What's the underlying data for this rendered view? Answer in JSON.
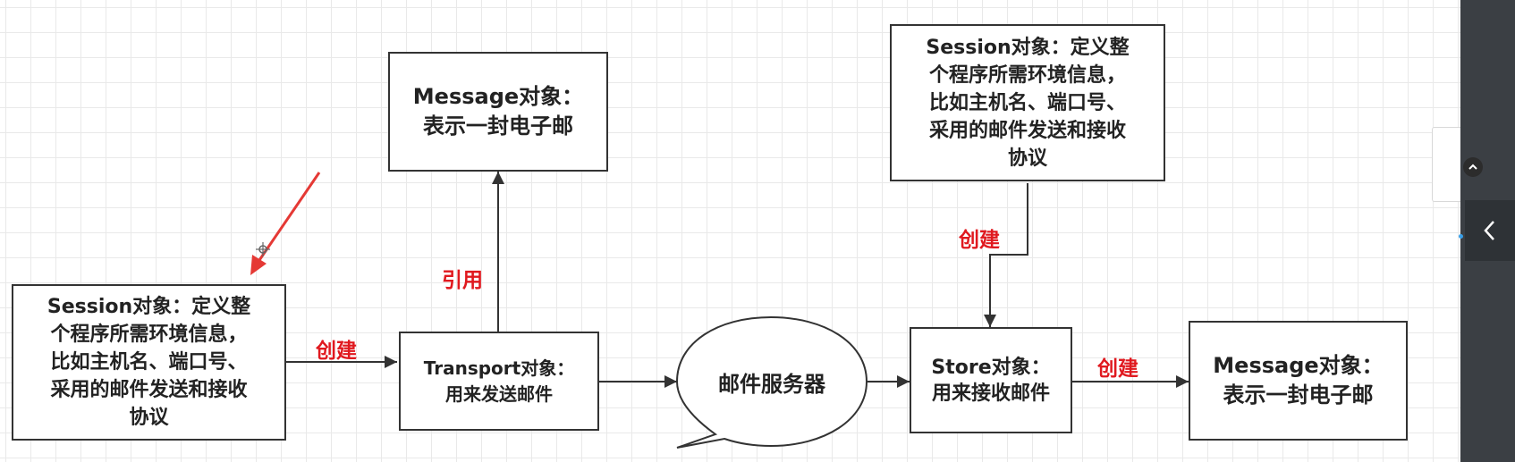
{
  "diagram": {
    "session_left": "Session对象：定义整\n个程序所需环境信息，\n比如主机名、端口号、\n采用的邮件发送和接收\n协议",
    "session_right": "Session对象：定义整\n个程序所需环境信息，\n比如主机名、端口号、\n采用的邮件发送和接收\n协议",
    "message_top": "Message对象：\n表示一封电子邮",
    "message_right": "Message对象：\n表示一封电子邮",
    "transport": "Transport对象：\n用来发送邮件",
    "mail_server": "邮件服务器",
    "store": "Store对象：\n用来接收邮件",
    "labels": {
      "create_left": "创建",
      "reference": "引用",
      "create_top_right": "创建",
      "create_right": "创建"
    }
  },
  "colors": {
    "edge_label": "#e0191f",
    "annotation_arrow": "#e53935",
    "box_border": "#333333",
    "side_panel": "#3b3f44"
  },
  "icons": {
    "scroll_top": "chevron-up-circle-icon",
    "collapse": "chevron-left-icon"
  }
}
